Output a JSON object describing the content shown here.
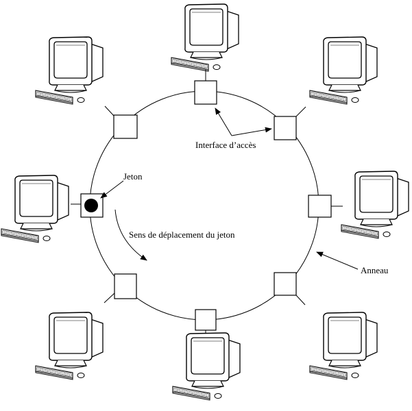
{
  "labels": {
    "interface": "Interface d’accès",
    "token": "Jeton",
    "direction": "Sens de déplacement du jeton",
    "ring": "Anneau"
  },
  "nodes": [
    {
      "id": "top"
    },
    {
      "id": "top-right"
    },
    {
      "id": "right"
    },
    {
      "id": "bottom-right"
    },
    {
      "id": "bottom"
    },
    {
      "id": "bottom-left"
    },
    {
      "id": "left"
    },
    {
      "id": "top-left"
    }
  ]
}
